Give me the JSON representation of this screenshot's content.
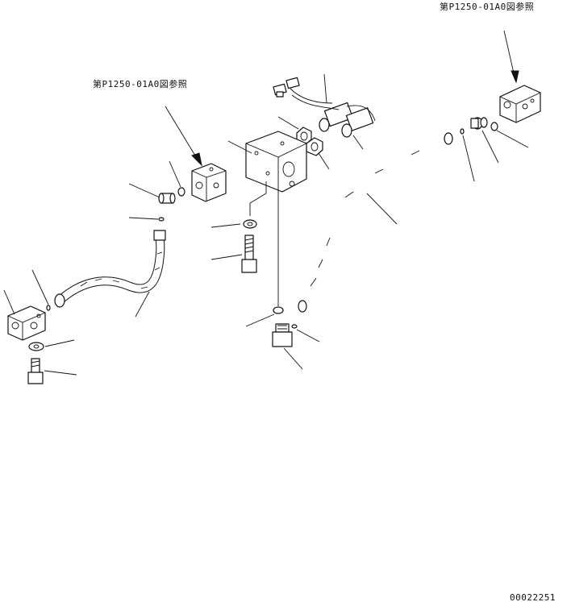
{
  "references": {
    "top_right": "第P1250-01A0図参照",
    "upper_left": "第P1250-01A0図参照"
  },
  "drawing_number": "00022251"
}
